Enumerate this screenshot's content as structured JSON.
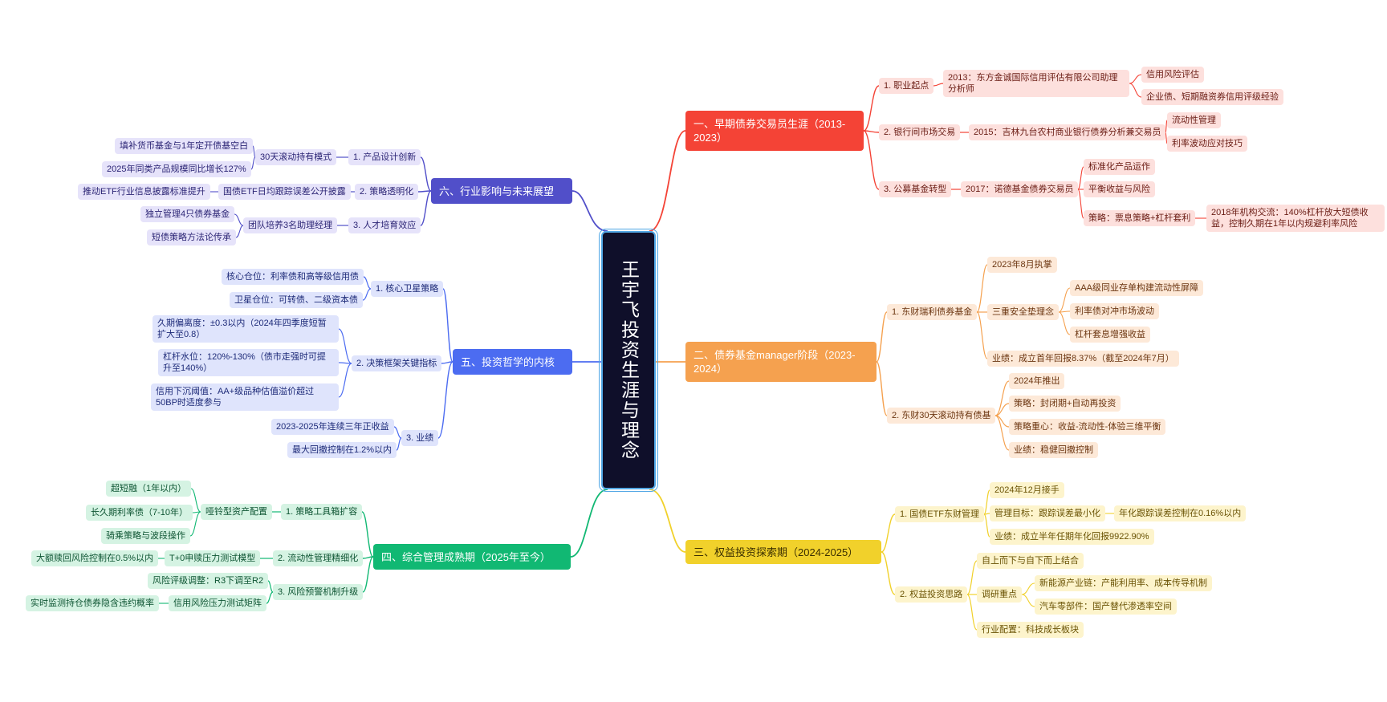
{
  "central": {
    "title": "王宇飞投资生涯与理念"
  },
  "colors": {
    "b1": "#f44336",
    "b2": "#f5a14f",
    "b3": "#f1d12b",
    "b4": "#11b873",
    "b5": "#4c6cf1",
    "b6": "#514fc9"
  },
  "b1": {
    "title": "一、早期债券交易员生涯（2013-2023）",
    "s1": {
      "label": "1. 职业起点",
      "c1": "2013：东方金诚国际信用评估有限公司助理分析师",
      "g1": "信用风险评估",
      "g2": "企业债、短期融资券信用评级经验"
    },
    "s2": {
      "label": "2. 银行间市场交易",
      "c1": "2015：吉林九台农村商业银行债券分析兼交易员",
      "g1": "流动性管理",
      "g2": "利率波动应对技巧"
    },
    "s3": {
      "label": "3. 公募基金转型",
      "c1": "2017：诺德基金债券交易员",
      "g1": "标准化产品运作",
      "g2": "平衡收益与风险",
      "g3": "策略：票息策略+杠杆套利",
      "g3a": "2018年机构交流：140%杠杆放大短债收益，控制久期在1年以内规避利率风险"
    }
  },
  "b2": {
    "title": "二、债券基金manager阶段（2023-2024）",
    "s1": {
      "label": "1. 东财瑞利债券基金",
      "c1": "2023年8月执掌",
      "c2": "三重安全垫理念",
      "g1": "AAA级同业存单构建流动性屏障",
      "g2": "利率债对冲市场波动",
      "g3": "杠杆套息增强收益",
      "c3": "业绩：成立首年回报8.37%（截至2024年7月）"
    },
    "s2": {
      "label": "2. 东财30天滚动持有债基",
      "c1": "2024年推出",
      "c2": "策略：封闭期+自动再投资",
      "c3": "策略重心：收益-流动性-体验三维平衡",
      "c4": "业绩：稳健回撤控制"
    }
  },
  "b3": {
    "title": "三、权益投资探索期（2024-2025）",
    "s1": {
      "label": "1. 国债ETF东财管理",
      "c1": "2024年12月接手",
      "c2": "管理目标：跟踪误差最小化",
      "g1": "年化跟踪误差控制在0.16%以内",
      "c3": "业绩：成立半年任期年化回报9922.90%"
    },
    "s2": {
      "label": "2. 权益投资思路",
      "c1": "自上而下与自下而上结合",
      "c2": "调研重点",
      "g1": "新能源产业链：产能利用率、成本传导机制",
      "g2": "汽车零部件：国产替代渗透率空间",
      "c3": "行业配置：科技成长板块"
    }
  },
  "b4": {
    "title": "四、综合管理成熟期（2025年至今）",
    "s1": {
      "label": "1. 策略工具箱扩容",
      "c1": "哑铃型资产配置",
      "g1": "超短融（1年以内）",
      "g2": "长久期利率债（7-10年）",
      "g3": "骑乘策略与波段操作"
    },
    "s2": {
      "label": "2. 流动性管理精细化",
      "c1": "T+0申赎压力测试模型",
      "g1": "大额赎回风险控制在0.5%以内"
    },
    "s3": {
      "label": "3. 风险预警机制升级",
      "c1": "风险评级调整：R3下调至R2",
      "c2": "信用风险压力测试矩阵",
      "g1": "实时监测持仓债券隐含违约概率"
    }
  },
  "b5": {
    "title": "五、投资哲学的内核",
    "s1": {
      "label": "1. 核心卫星策略",
      "c1": "核心仓位：利率债和高等级信用债",
      "c2": "卫星仓位：可转债、二级资本债"
    },
    "s2": {
      "label": "2. 决策框架关键指标",
      "c1": "久期偏离度：±0.3以内（2024年四季度短暂扩大至0.8）",
      "c2": "杠杆水位：120%-130%（债市走强时可提升至140%）",
      "c3": "信用下沉阈值：AA+级品种估值溢价超过50BP时适度参与"
    },
    "s3": {
      "label": "3. 业绩",
      "c1": "2023-2025年连续三年正收益",
      "c2": "最大回撤控制在1.2%以内"
    }
  },
  "b6": {
    "title": "六、行业影响与未来展望",
    "s1": {
      "label": "1. 产品设计创新",
      "c1": "30天滚动持有模式",
      "g1": "填补货币基金与1年定开债基空白",
      "g2": "2025年同类产品规模同比增长127%"
    },
    "s2": {
      "label": "2. 策略透明化",
      "c1": "国债ETF日均跟踪误差公开披露",
      "g1": "推动ETF行业信息披露标准提升"
    },
    "s3": {
      "label": "3. 人才培育效应",
      "c1": "团队培养3名助理经理",
      "g1": "独立管理4只债券基金",
      "g2": "短债策略方法论传承"
    }
  }
}
